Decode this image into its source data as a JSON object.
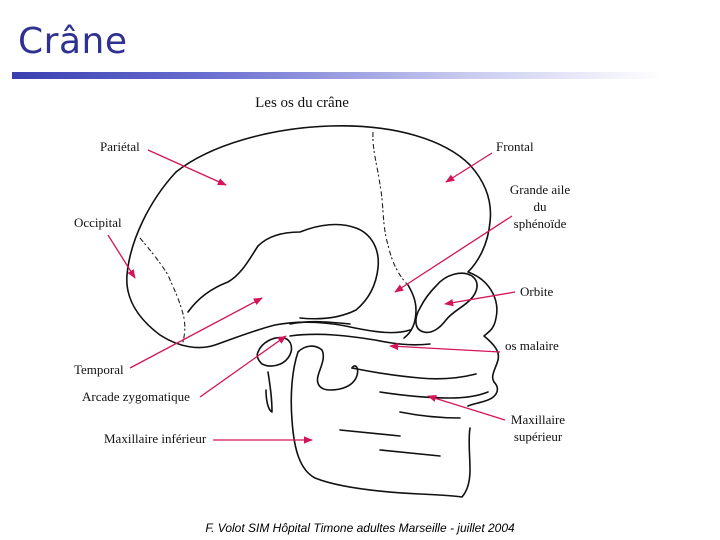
{
  "slide": {
    "title": "Crâne",
    "footer": "F. Volot SIM Hôpital Timone adultes Marseille - juillet 2004"
  },
  "diagram": {
    "title": "Les os du crâne",
    "labels": {
      "parietal": "Pariétal",
      "occipital": "Occipital",
      "temporal": "Temporal",
      "arcade": "Arcade zygomatique",
      "maxillaire_inf": "Maxillaire inférieur",
      "frontal": "Frontal",
      "grande_aile_1": "Grande aile",
      "grande_aile_2": "du",
      "grande_aile_3": "sphénoïde",
      "orbite": "Orbite",
      "malaire": "os malaire",
      "maxillaire_sup_1": "Maxillaire",
      "maxillaire_sup_2": "supérieur"
    },
    "arrow_color": "#d4145a"
  }
}
